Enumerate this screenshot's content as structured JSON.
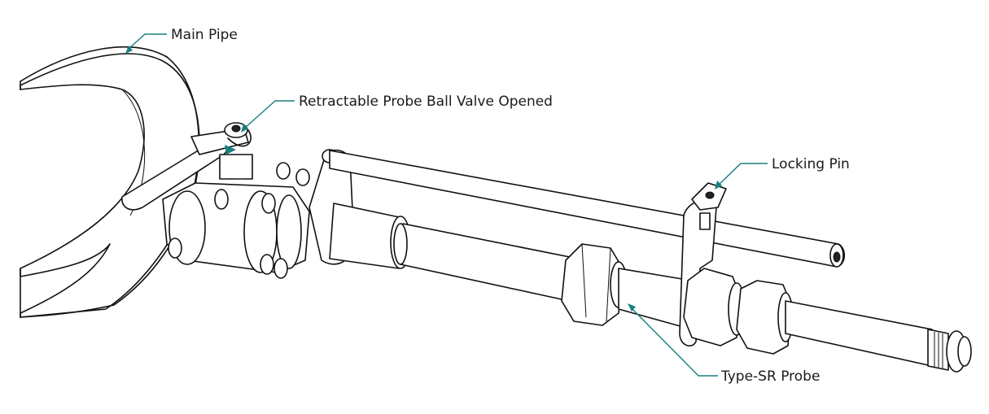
{
  "callouts": {
    "main_pipe": "Main Pipe",
    "ball_valve": "Retractable Probe Ball Valve Opened",
    "locking_pin": "Locking Pin",
    "probe": "Type-SR Probe"
  },
  "colors": {
    "leader": "#1a7f7f",
    "line": "#111111",
    "background": "#ffffff"
  }
}
